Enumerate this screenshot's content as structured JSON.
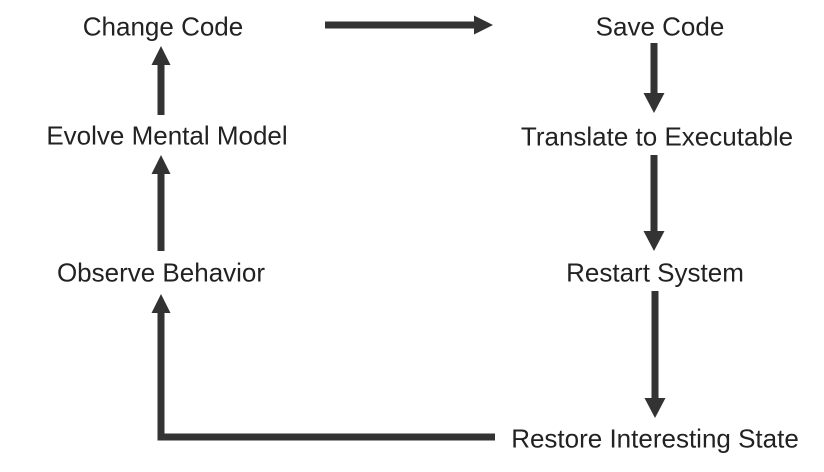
{
  "diagram": {
    "background_color": "#ffffff",
    "text_color": "#222222",
    "arrow_color": "#333333",
    "nodes": {
      "change_code": {
        "label": "Change Code"
      },
      "save_code": {
        "label": "Save Code"
      },
      "evolve_mental_model": {
        "label": "Evolve Mental Model"
      },
      "translate_to_executable": {
        "label": "Translate to Executable"
      },
      "observe_behavior": {
        "label": "Observe Behavior"
      },
      "restart_system": {
        "label": "Restart System"
      },
      "restore_interesting_state": {
        "label": "Restore Interesting State"
      }
    },
    "edges": [
      {
        "from": "Change Code",
        "to": "Save Code",
        "style": "straight-right"
      },
      {
        "from": "Save Code",
        "to": "Translate to Executable",
        "style": "straight-down"
      },
      {
        "from": "Translate to Executable",
        "to": "Restart System",
        "style": "straight-down"
      },
      {
        "from": "Restart System",
        "to": "Restore Interesting State",
        "style": "straight-down"
      },
      {
        "from": "Restore Interesting State",
        "to": "Observe Behavior",
        "style": "elbow-left-then-up"
      },
      {
        "from": "Observe Behavior",
        "to": "Evolve Mental Model",
        "style": "straight-up"
      },
      {
        "from": "Evolve Mental Model",
        "to": "Change Code",
        "style": "straight-up"
      }
    ]
  }
}
